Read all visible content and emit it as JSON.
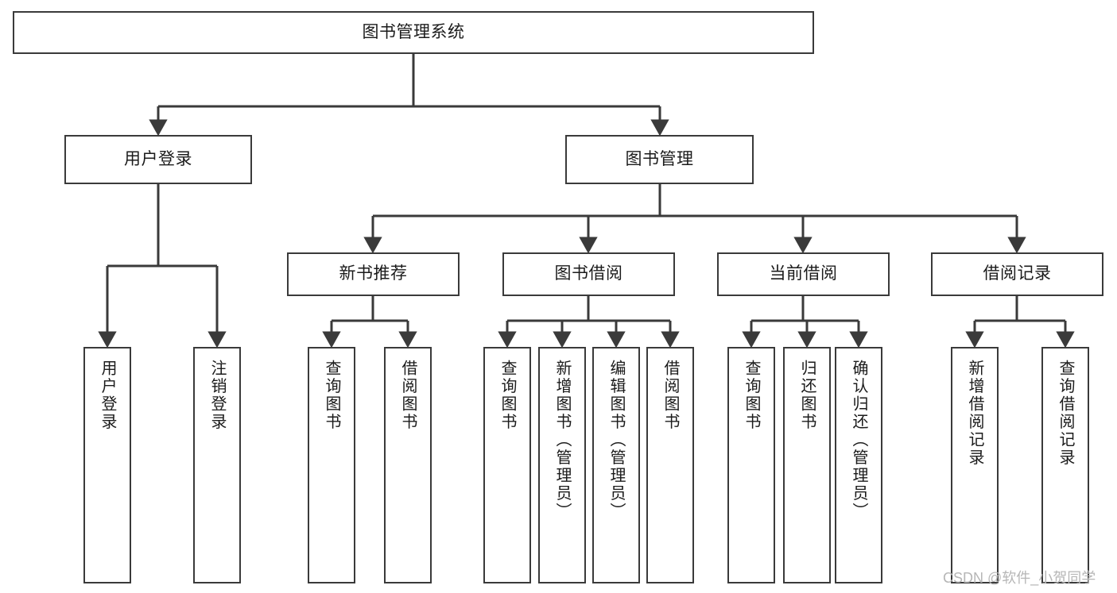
{
  "diagram": {
    "title": "图书管理系统",
    "type": "tree-hierarchy",
    "style": {
      "box_border_color": "#3a3a3a",
      "box_fill_color": "#ffffff",
      "connector_color": "#3a3a3a",
      "text_color": "#1b1b1b",
      "background_color": "#ffffff",
      "watermark_color": "#b6b6b6"
    },
    "root": {
      "label": "图书管理系统"
    },
    "level2": [
      {
        "label": "用户登录"
      },
      {
        "label": "图书管理"
      }
    ],
    "level3": [
      {
        "label": "新书推荐"
      },
      {
        "label": "图书借阅"
      },
      {
        "label": "当前借阅"
      },
      {
        "label": "借阅记录"
      }
    ],
    "leaves": {
      "user_login": [
        {
          "label": "用户登录"
        },
        {
          "label": "注销登录"
        }
      ],
      "new_book_recommend": [
        {
          "label": "查询图书"
        },
        {
          "label": "借阅图书"
        }
      ],
      "book_borrow": [
        {
          "label": "查询图书"
        },
        {
          "label": "新增图书（管理员）"
        },
        {
          "label": "编辑图书（管理员）"
        },
        {
          "label": "借阅图书"
        }
      ],
      "current_borrow": [
        {
          "label": "查询图书"
        },
        {
          "label": "归还图书"
        },
        {
          "label": "确认归还（管理员）"
        }
      ],
      "borrow_record": [
        {
          "label": "新增借阅记录"
        },
        {
          "label": "查询借阅记录"
        }
      ]
    },
    "watermark": "CSDN @软件_小贺同学"
  }
}
